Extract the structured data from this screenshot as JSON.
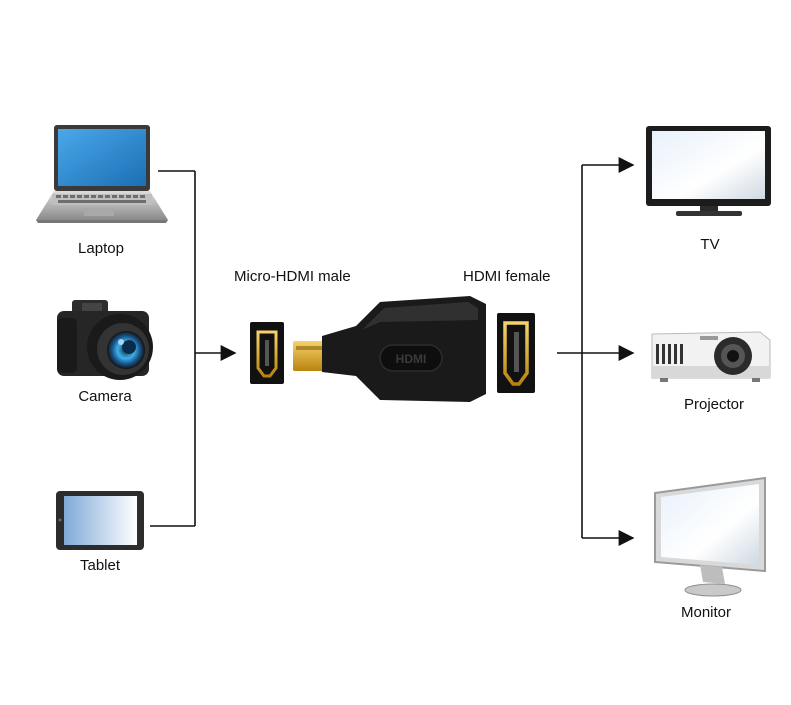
{
  "sources": [
    {
      "id": "laptop",
      "label": "Laptop",
      "icon": "laptop-icon"
    },
    {
      "id": "camera",
      "label": "Camera",
      "icon": "camera-icon"
    },
    {
      "id": "tablet",
      "label": "Tablet",
      "icon": "tablet-icon"
    }
  ],
  "adapter": {
    "male_label": "Micro-HDMI male",
    "female_label": "HDMI female",
    "body_text": "HDMI",
    "icon": "hdmi-adapter-icon"
  },
  "targets": [
    {
      "id": "tv",
      "label": "TV",
      "icon": "tv-icon"
    },
    {
      "id": "projector",
      "label": "Projector",
      "icon": "projector-icon"
    },
    {
      "id": "monitor",
      "label": "Monitor",
      "icon": "monitor-icon"
    }
  ],
  "colors": {
    "line": "#111111",
    "screen_blue": "#2f8fd6",
    "gold": "#d4a21c",
    "connector_black": "#111111"
  }
}
